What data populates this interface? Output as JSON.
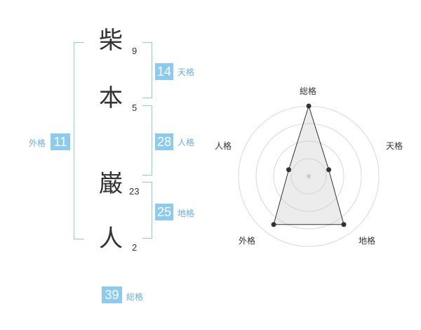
{
  "name_chars": [
    {
      "char": "柴",
      "strokes": "9"
    },
    {
      "char": "本",
      "strokes": "5"
    },
    {
      "char": "巌",
      "strokes": "23"
    },
    {
      "char": "人",
      "strokes": "2"
    }
  ],
  "kaku": {
    "tenkaku": {
      "value": "14",
      "label": "天格"
    },
    "jinkaku": {
      "value": "28",
      "label": "人格"
    },
    "chikaku": {
      "value": "25",
      "label": "地格"
    },
    "gaikaku": {
      "value": "11",
      "label": "外格"
    },
    "soukaku": {
      "value": "39",
      "label": "総格"
    }
  },
  "colors": {
    "accent": "#8ccbee",
    "accent_text": "#6aaede",
    "text": "#333333"
  },
  "chart_data": {
    "type": "radar",
    "axes": [
      "総格",
      "天格",
      "地格",
      "外格",
      "人格"
    ],
    "values": [
      1.0,
      0.3,
      0.85,
      0.85,
      0.3
    ],
    "rings": 4
  }
}
